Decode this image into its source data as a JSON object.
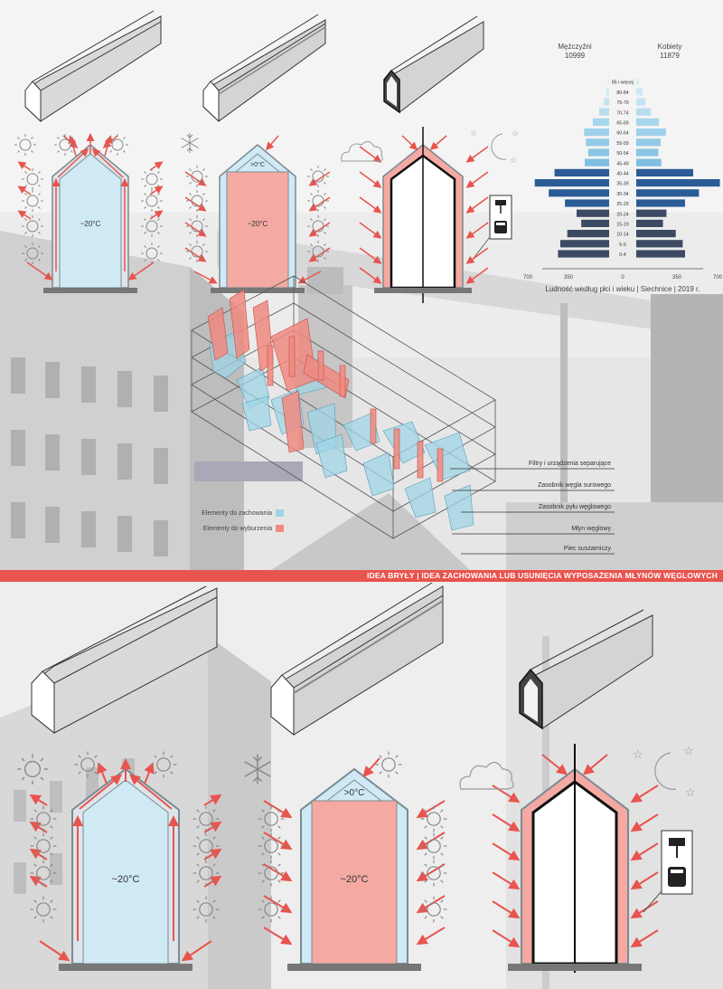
{
  "diagram_top": {
    "temp_inner_1": "~20°C",
    "temp_inner_2": "~20°C",
    "temp_attic_2": ">0°C"
  },
  "diagram_bottom": {
    "temp_inner_1": "~20°C",
    "temp_inner_2": "~20°C",
    "temp_attic_2": ">0°C"
  },
  "pyramid": {
    "men_label": "Mężczyźni",
    "men_total": "10999",
    "women_label": "Kobiety",
    "women_total": "11879",
    "caption": "Ludność według płci i wieku | Siechnice | 2019 r.",
    "axis_ticks": [
      "700",
      "350",
      "0",
      "350",
      "700"
    ]
  },
  "chart_data": {
    "type": "bar",
    "categories": [
      "85 i więcej",
      "80-84",
      "75-79",
      "70-74",
      "65-69",
      "60-64",
      "55-59",
      "50-54",
      "45-49",
      "40-44",
      "35-39",
      "30-34",
      "25-29",
      "20-24",
      "15-19",
      "10-14",
      "5-9",
      "0-4"
    ],
    "series": [
      {
        "name": "Mężczyźni",
        "values": [
          10,
          25,
          45,
          85,
          140,
          215,
          200,
          180,
          210,
          470,
          640,
          520,
          380,
          280,
          240,
          360,
          420,
          440
        ]
      },
      {
        "name": "Kobiety",
        "values": [
          20,
          55,
          80,
          125,
          195,
          255,
          210,
          190,
          215,
          490,
          720,
          540,
          420,
          260,
          230,
          340,
          400,
          420
        ]
      }
    ],
    "xlim": [
      -700,
      700
    ]
  },
  "legend": {
    "keep": "Elementy do zachowania",
    "demolish": "Elementy do wyburzenia",
    "keep_color": "#9fd4e6",
    "demolish_color": "#f08a80"
  },
  "callouts": [
    "Filtry i urządzenia separujące",
    "Zasobnik węgla surowego",
    "Zasobnik pyłu węglowego",
    "Młyn węglowy",
    "Piec suszarniczy"
  ],
  "banner": "IDEA BRYŁY | IDEA ZACHOWANIA LUB USUNIĘCIA WYPOSAŻENIA MŁYNÓW WĘGLOWYCH",
  "colors": {
    "accent_red": "#e8544e",
    "cold_blue": "#cfe9f5",
    "warm_red": "#f4a9a3",
    "pyramid_dark": "#2b5c96",
    "pyramid_light": "#a8d6ec",
    "pyramid_grey": "#3d4a63"
  }
}
